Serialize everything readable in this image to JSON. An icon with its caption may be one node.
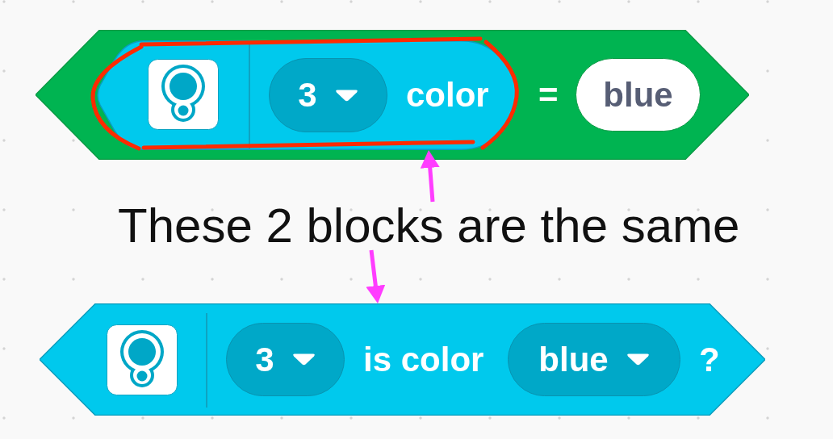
{
  "diagram": {
    "nodes": [
      {
        "text": [
          "="
        ]
      },
      {
        "text": [
          "color"
        ],
        "in": 0
      },
      {
        "text": [
          "3"
        ],
        "in": 1
      },
      {
        "text": [
          "blue"
        ],
        "in": 0
      },
      {
        "text": [
          "These 2 blocks are the same"
        ]
      },
      {
        "text": [
          "is color",
          "?"
        ]
      },
      {
        "text": [
          "3"
        ],
        "in": 5
      },
      {
        "text": [
          "blue"
        ],
        "in": 5
      }
    ],
    "edges": [
      {
        "from": 4,
        "to": 1,
        "arrow": "to"
      },
      {
        "from": 4,
        "to": 5,
        "arrow": "to"
      }
    ]
  }
}
